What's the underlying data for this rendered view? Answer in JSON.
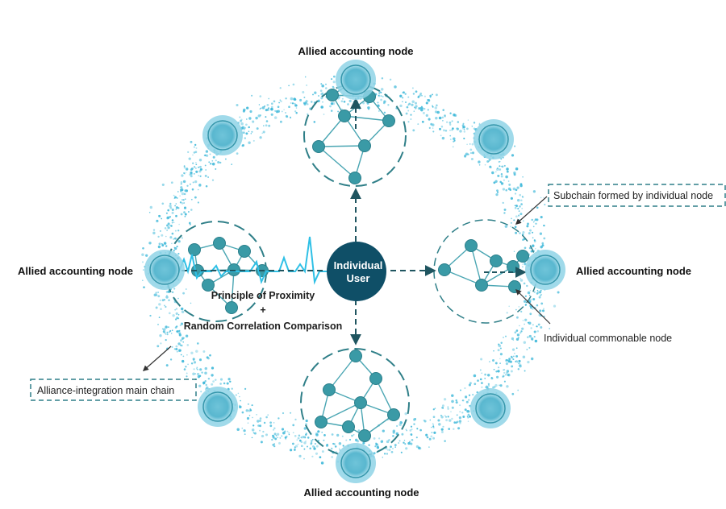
{
  "labels": {
    "top": "Allied accounting node",
    "left": "Allied accounting node",
    "right": "Allied accounting node",
    "bottom": "Allied accounting node",
    "subchain_callout": "Subchain formed by individual node",
    "commonable_callout": "Individual commonable node",
    "main_chain_callout": "Alliance-integration main chain",
    "principle_line1": "Principle of Proximity",
    "principle_plus": "+",
    "principle_line2": "Random Correlation Comparison",
    "center_line1": "Individual",
    "center_line2": "User"
  },
  "colors": {
    "node_fill": "#3a9aa6",
    "node_halo": "#8fd3e6",
    "ring_dots": "#38b6d8",
    "dashed": "#2f7f88",
    "center": "#0f4f67",
    "pulse": "#2fc0e6"
  }
}
